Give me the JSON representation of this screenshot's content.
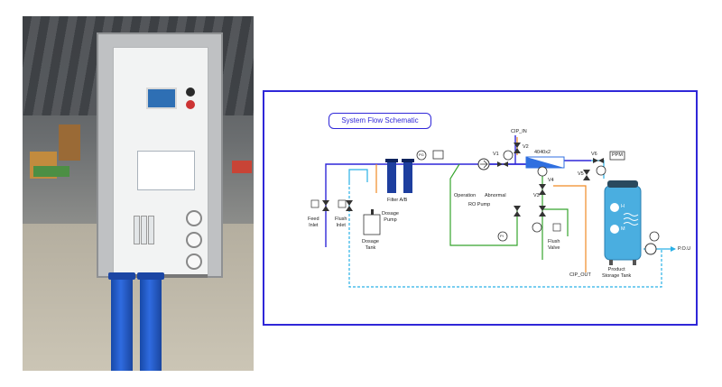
{
  "photo": {
    "caption": ""
  },
  "schematic": {
    "title": "System Flow Schematic",
    "labels": {
      "cip_in": "CIP_IN",
      "v1": "V1",
      "v2": "V2",
      "membrane": "4040x2",
      "v6": "V6",
      "ppm": "PPM",
      "pi": "PI",
      "pg": "PG",
      "v5": "V5",
      "v4": "V4",
      "v3": "V3",
      "feed_inlet": "Feed\nInlet",
      "flush_inlet": "Flush\nInlet",
      "filter": "Filter A/B",
      "dosage_pump": "Dosage\nPump",
      "dosage_tank": "Dosage\nTank",
      "operation": "Operation",
      "abnormal": "Abnormal",
      "ro_pump": "RO  Pump",
      "flush_valve": "Flush\nValve",
      "cip_out": "CIP_OUT",
      "h": "H",
      "m": "M",
      "product_tank": "Product\nStorage Tank",
      "pou": "P.O.U"
    },
    "colors": {
      "frame": "#2f27d8",
      "feed_line": "#2f27d8",
      "flush_line": "#2ab0e6",
      "concentrate_line": "#36a52d",
      "cip_line": "#f08a25",
      "tank": "#4aaee0",
      "membrane": "#2f6fe0"
    }
  }
}
